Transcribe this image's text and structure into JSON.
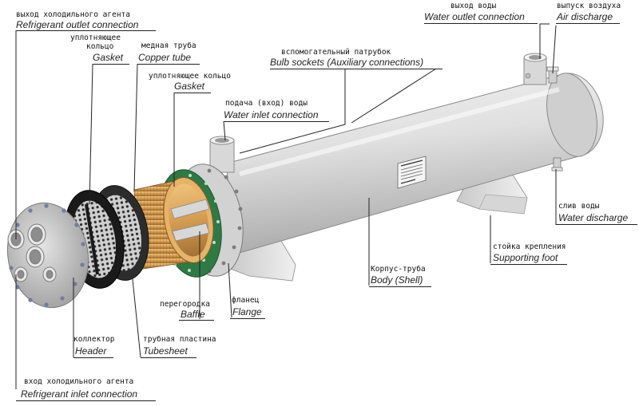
{
  "colors": {
    "shell_light": "#e7e7e7",
    "shell_dark": "#a9a9a9",
    "copper": "#d9a55a",
    "copper_dark": "#9c6a2c",
    "flange_green": "#2f7a44",
    "gasket_black": "#1a1a1a",
    "leader_line": "#222222"
  },
  "labels": {
    "refrigerant_outlet": {
      "ru": "выход холодильного агента",
      "en": "Refrigerant outlet connection"
    },
    "gasket_left": {
      "ru1": "уплотняющее",
      "ru2": "кольцо",
      "en": "Gasket"
    },
    "copper_tube": {
      "ru": "медная труба",
      "en": "Copper tube"
    },
    "gasket_mid": {
      "ru": "уплотняющее кольцо",
      "en": "Gasket"
    },
    "water_inlet": {
      "ru": "подача (вход) воды",
      "en": "Water inlet connection"
    },
    "bulb_sockets": {
      "ru": "вспомогательный патрубок",
      "en": "Bulb sockets (Auxiliary connections)"
    },
    "water_outlet": {
      "ru": "выход воды",
      "en": "Water outlet connection"
    },
    "air_discharge": {
      "ru": "выпуск воздуха",
      "en": "Air discharge"
    },
    "water_discharge": {
      "ru": "слив воды",
      "en": "Water discharge"
    },
    "supporting_foot": {
      "ru": "стойка крепления",
      "en": "Supporting foot"
    },
    "body_shell": {
      "ru": "Корпус-труба",
      "en": "Body (Shell)"
    },
    "flange": {
      "ru": "фланец",
      "en": "Flange"
    },
    "baffle": {
      "ru": "перегородка",
      "en": "Baffle"
    },
    "tubesheet": {
      "ru": "трубная пластина",
      "en": "Tubesheet"
    },
    "header": {
      "ru": "коллектор",
      "en": "Header"
    },
    "refrigerant_inlet": {
      "ru": "вход холодильного агента",
      "en": "Refrigerant inlet connection"
    }
  }
}
